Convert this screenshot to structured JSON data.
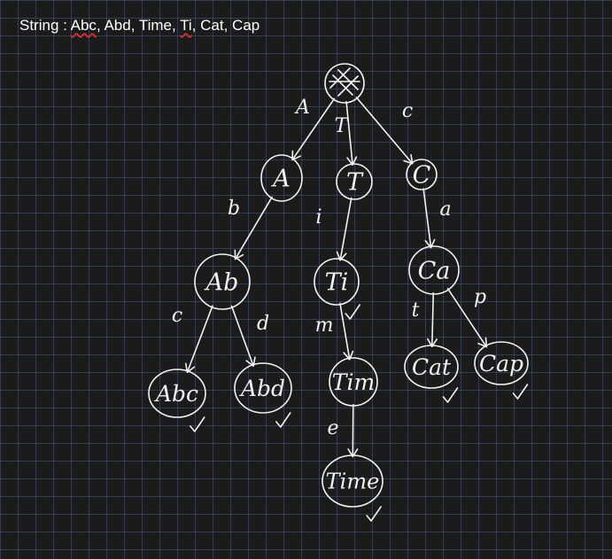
{
  "header": {
    "prefix": "String : ",
    "words": [
      {
        "text": "Abc",
        "flag": true
      },
      {
        "text": "Abd",
        "flag": false
      },
      {
        "text": "Time",
        "flag": false
      },
      {
        "text": "Ti",
        "flag": true
      },
      {
        "text": "Cat",
        "flag": false
      },
      {
        "text": "Cap",
        "flag": false
      }
    ]
  },
  "trie": {
    "nodes": [
      {
        "id": "root",
        "label": "",
        "end": false,
        "rx": 22,
        "ry": 22
      },
      {
        "id": "A",
        "label": "A",
        "end": false,
        "rx": 23,
        "ry": 26
      },
      {
        "id": "T",
        "label": "T",
        "end": false,
        "rx": 20,
        "ry": 20
      },
      {
        "id": "C",
        "label": "C",
        "end": false,
        "rx": 17,
        "ry": 17
      },
      {
        "id": "Ab",
        "label": "Ab",
        "end": false,
        "rx": 31,
        "ry": 31
      },
      {
        "id": "Ti",
        "label": "Ti",
        "end": true,
        "rx": 25,
        "ry": 26
      },
      {
        "id": "Ca",
        "label": "Ca",
        "end": false,
        "rx": 28,
        "ry": 27
      },
      {
        "id": "Abc",
        "label": "Abc",
        "end": true,
        "rx": 32,
        "ry": 27
      },
      {
        "id": "Abd",
        "label": "Abd",
        "end": true,
        "rx": 32,
        "ry": 28
      },
      {
        "id": "Tim",
        "label": "Tim",
        "end": false,
        "rx": 27,
        "ry": 27
      },
      {
        "id": "Cat",
        "label": "Cat",
        "end": true,
        "rx": 30,
        "ry": 24
      },
      {
        "id": "Cap",
        "label": "Cap",
        "end": true,
        "rx": 30,
        "ry": 24
      },
      {
        "id": "Time",
        "label": "Time",
        "end": true,
        "rx": 34,
        "ry": 29
      }
    ],
    "edges": [
      {
        "from": "root",
        "to": "A",
        "label": "A"
      },
      {
        "from": "root",
        "to": "T",
        "label": "T"
      },
      {
        "from": "root",
        "to": "C",
        "label": "c"
      },
      {
        "from": "A",
        "to": "Ab",
        "label": "b"
      },
      {
        "from": "T",
        "to": "Ti",
        "label": "i"
      },
      {
        "from": "C",
        "to": "Ca",
        "label": "a"
      },
      {
        "from": "Ab",
        "to": "Abc",
        "label": "c"
      },
      {
        "from": "Ab",
        "to": "Abd",
        "label": "d"
      },
      {
        "from": "Ti",
        "to": "Tim",
        "label": "m"
      },
      {
        "from": "Ca",
        "to": "Cat",
        "label": "t"
      },
      {
        "from": "Ca",
        "to": "Cap",
        "label": "p"
      },
      {
        "from": "Tim",
        "to": "Time",
        "label": "e"
      }
    ]
  },
  "colors": {
    "ink": "#f2f2f2",
    "background": "#1b1b1b",
    "grid": "#465a78",
    "spellcheck": "#dd3333"
  }
}
